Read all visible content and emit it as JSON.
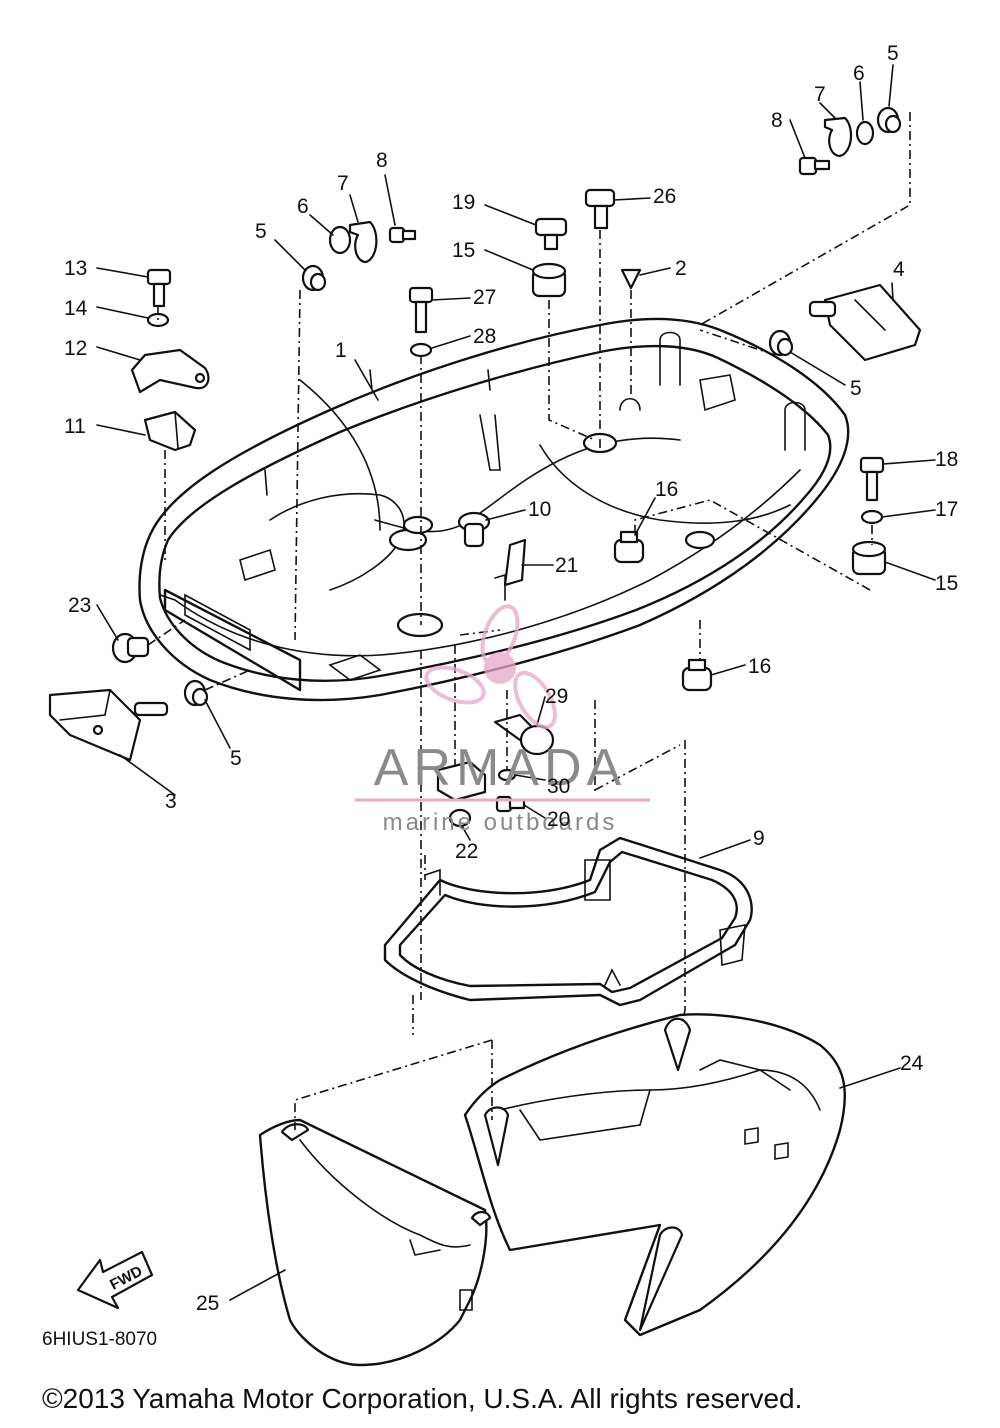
{
  "diagram_code": "6HIUS1-8070",
  "copyright": "©2013 Yamaha Motor Corporation, U.S.A. All rights reserved.",
  "watermark": {
    "brand": "ARMADA",
    "tagline": "marine outboards",
    "color": "#e8a8c8"
  },
  "fwd_label": "FWD",
  "callouts": [
    {
      "id": "c1",
      "text": "1"
    },
    {
      "id": "c2",
      "text": "2"
    },
    {
      "id": "c3",
      "text": "3"
    },
    {
      "id": "c4",
      "text": "4"
    },
    {
      "id": "c5a",
      "text": "5"
    },
    {
      "id": "c5b",
      "text": "5"
    },
    {
      "id": "c5c",
      "text": "5"
    },
    {
      "id": "c5d",
      "text": "5"
    },
    {
      "id": "c6a",
      "text": "6"
    },
    {
      "id": "c6b",
      "text": "6"
    },
    {
      "id": "c7a",
      "text": "7"
    },
    {
      "id": "c7b",
      "text": "7"
    },
    {
      "id": "c8a",
      "text": "8"
    },
    {
      "id": "c8b",
      "text": "8"
    },
    {
      "id": "c9",
      "text": "9"
    },
    {
      "id": "c10",
      "text": "10"
    },
    {
      "id": "c11",
      "text": "11"
    },
    {
      "id": "c12",
      "text": "12"
    },
    {
      "id": "c13",
      "text": "13"
    },
    {
      "id": "c14",
      "text": "14"
    },
    {
      "id": "c15a",
      "text": "15"
    },
    {
      "id": "c15b",
      "text": "15"
    },
    {
      "id": "c16a",
      "text": "16"
    },
    {
      "id": "c16b",
      "text": "16"
    },
    {
      "id": "c17",
      "text": "17"
    },
    {
      "id": "c18",
      "text": "18"
    },
    {
      "id": "c19",
      "text": "19"
    },
    {
      "id": "c20",
      "text": "20"
    },
    {
      "id": "c21",
      "text": "21"
    },
    {
      "id": "c22",
      "text": "22"
    },
    {
      "id": "c23",
      "text": "23"
    },
    {
      "id": "c24",
      "text": "24"
    },
    {
      "id": "c25",
      "text": "25"
    },
    {
      "id": "c26",
      "text": "26"
    },
    {
      "id": "c27",
      "text": "27"
    },
    {
      "id": "c28",
      "text": "28"
    },
    {
      "id": "c29",
      "text": "29"
    },
    {
      "id": "c30",
      "text": "30"
    }
  ]
}
